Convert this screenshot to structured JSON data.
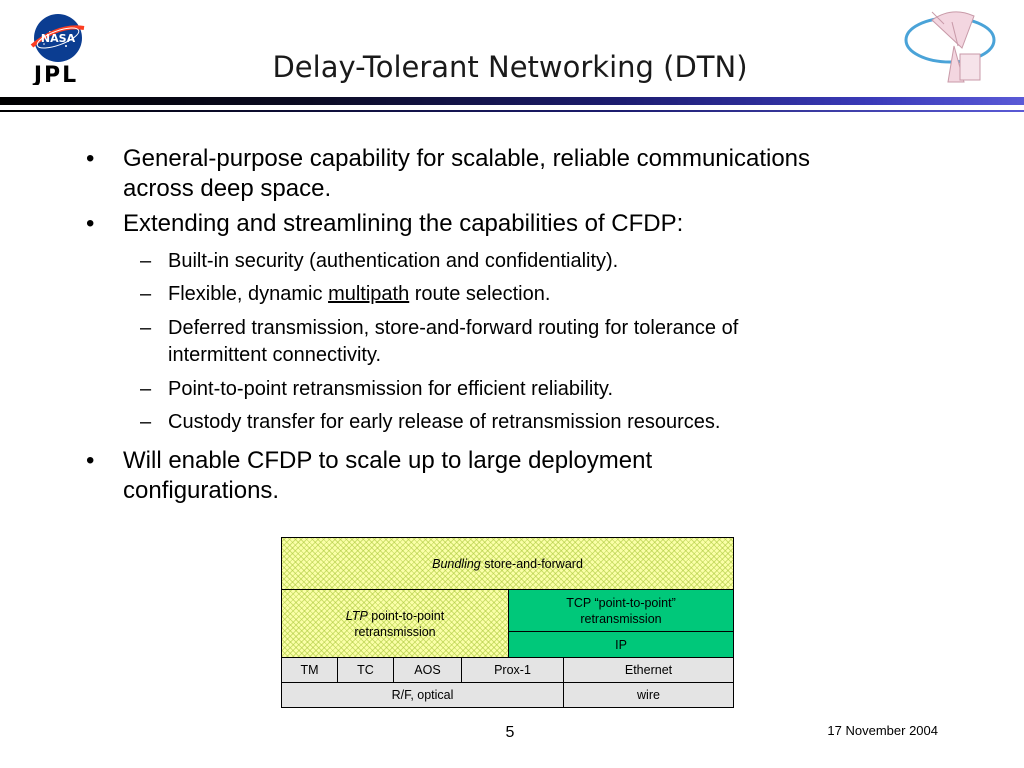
{
  "slide": {
    "title": "Delay-Tolerant Networking (DTN)",
    "page_number": "5",
    "date": "17 November 2004"
  },
  "logos": {
    "jpl_text": "JPL",
    "nasa_text": "NASA"
  },
  "bullets": {
    "b1_line1": "General-purpose capability for scalable, reliable communications",
    "b1_line2": "across deep space.",
    "b2": "Extending and streamlining the capabilities of CFDP:",
    "s1": "Built-in security (authentication and confidentiality).",
    "s2_pre": "Flexible, dynamic ",
    "s2_link": "multipath",
    "s2_post": " route selection.",
    "s3_line1": "Deferred transmission, store-and-forward routing for tolerance of",
    "s3_line2": "intermittent connectivity.",
    "s4": "Point-to-point retransmission for efficient reliability.",
    "s5": "Custody transfer for early release of retransmission resources.",
    "b3_line1": "Will enable CFDP to scale up to large deployment",
    "b3_line2": "configurations.",
    "bullet_marker": "•",
    "dash_marker": "–"
  },
  "stack": {
    "bundling_em": "Bundling",
    "bundling_rest": " store-and-forward",
    "ltp_em": "LTP",
    "ltp_rest_1": " point-to-point",
    "ltp_rest_2": "retransmission",
    "tcp_1": "TCP “point-to-point”",
    "tcp_2": "retransmission",
    "ip": "IP",
    "tm": "TM",
    "tc": "TC",
    "aos": "AOS",
    "prox": "Prox-1",
    "ethernet": "Ethernet",
    "rf": "R/F, optical",
    "wire": "wire"
  },
  "colors": {
    "hatch_yellow": "#fbffa8",
    "tcp_green": "#00c87a",
    "link_gray": "#e4e4e4",
    "rule_blue": "#3a3ab8"
  }
}
